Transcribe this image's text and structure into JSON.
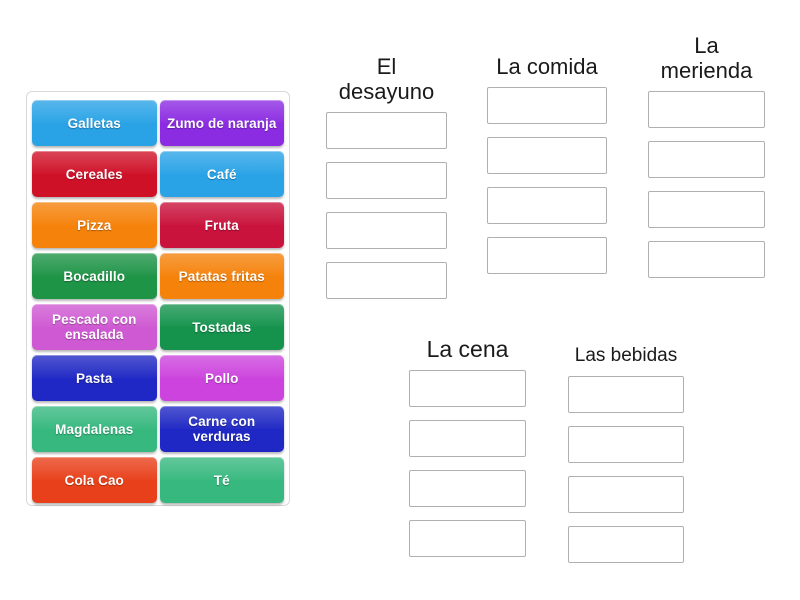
{
  "tiles": [
    {
      "label": "Galletas",
      "color": "#29a3e6"
    },
    {
      "label": "Zumo de naranja",
      "color": "#8b2be2"
    },
    {
      "label": "Cereales",
      "color": "#cf1128"
    },
    {
      "label": "Café",
      "color": "#29a3e6"
    },
    {
      "label": "Pizza",
      "color": "#f5820b"
    },
    {
      "label": "Fruta",
      "color": "#c9123c"
    },
    {
      "label": "Bocadillo",
      "color": "#1e9447"
    },
    {
      "label": "Patatas fritas",
      "color": "#f5820b"
    },
    {
      "label": "Pescado con ensalada",
      "color": "#cf59d2"
    },
    {
      "label": "Tostadas",
      "color": "#15934d"
    },
    {
      "label": "Pasta",
      "color": "#1f28c4"
    },
    {
      "label": "Pollo",
      "color": "#cc44dd"
    },
    {
      "label": "Magdalenas",
      "color": "#37b87f"
    },
    {
      "label": "Carne con verduras",
      "color": "#1f28c4"
    },
    {
      "label": "Cola Cao",
      "color": "#e8401a"
    },
    {
      "label": "Té",
      "color": "#37b87f"
    }
  ],
  "groups": [
    {
      "title": "El desayuno",
      "slots": [
        "",
        "",
        "",
        ""
      ]
    },
    {
      "title": "La comida",
      "slots": [
        "",
        "",
        "",
        ""
      ]
    },
    {
      "title": "La\nmerienda",
      "slots": [
        "",
        "",
        "",
        ""
      ]
    },
    {
      "title": "La cena",
      "slots": [
        "",
        "",
        "",
        ""
      ]
    },
    {
      "title": "Las bebidas",
      "slots": [
        "",
        "",
        "",
        ""
      ]
    }
  ],
  "colors": {
    "page_background": "#ffffff",
    "panel_border": "#d8d8d8",
    "slot_border": "#b0b0b0",
    "title_text": "#1a1a1a",
    "tile_text": "#ffffff"
  }
}
